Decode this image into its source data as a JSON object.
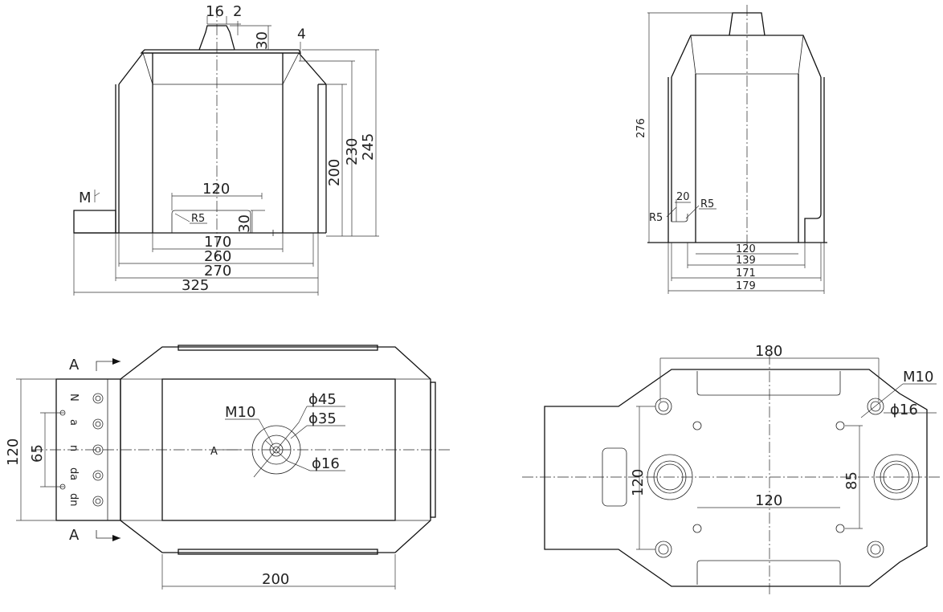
{
  "front_view": {
    "dims": {
      "d16": "16",
      "d2": "2",
      "d30_top": "30",
      "d4": "4",
      "d200": "200",
      "d230": "230",
      "d245": "245",
      "d120": "120",
      "r5": "R5",
      "d30_slot": "30",
      "d170": "170",
      "d260": "260",
      "d270": "270",
      "d325": "325"
    },
    "terminal_label": "M"
  },
  "side_view": {
    "dims": {
      "d276": "276",
      "d20": "20",
      "r5_left": "R5",
      "r5_right": "R5",
      "d120": "120",
      "d139": "139",
      "d171": "171",
      "d179": "179"
    }
  },
  "top_view": {
    "dims": {
      "d120": "120",
      "d65": "65",
      "phi45": "ϕ45",
      "phi35": "ϕ35",
      "phi16": "ϕ16",
      "m10": "M10",
      "d200": "200"
    },
    "section_labels": [
      "A",
      "A"
    ],
    "terminal_letters": [
      "N",
      "a",
      "n",
      "da",
      "dn"
    ],
    "arrow_label": "A"
  },
  "bottom_view": {
    "dims": {
      "d180": "180",
      "m10": "M10",
      "phi16": "ϕ16",
      "d120_v": "120",
      "d120_h": "120",
      "d85": "85"
    }
  }
}
